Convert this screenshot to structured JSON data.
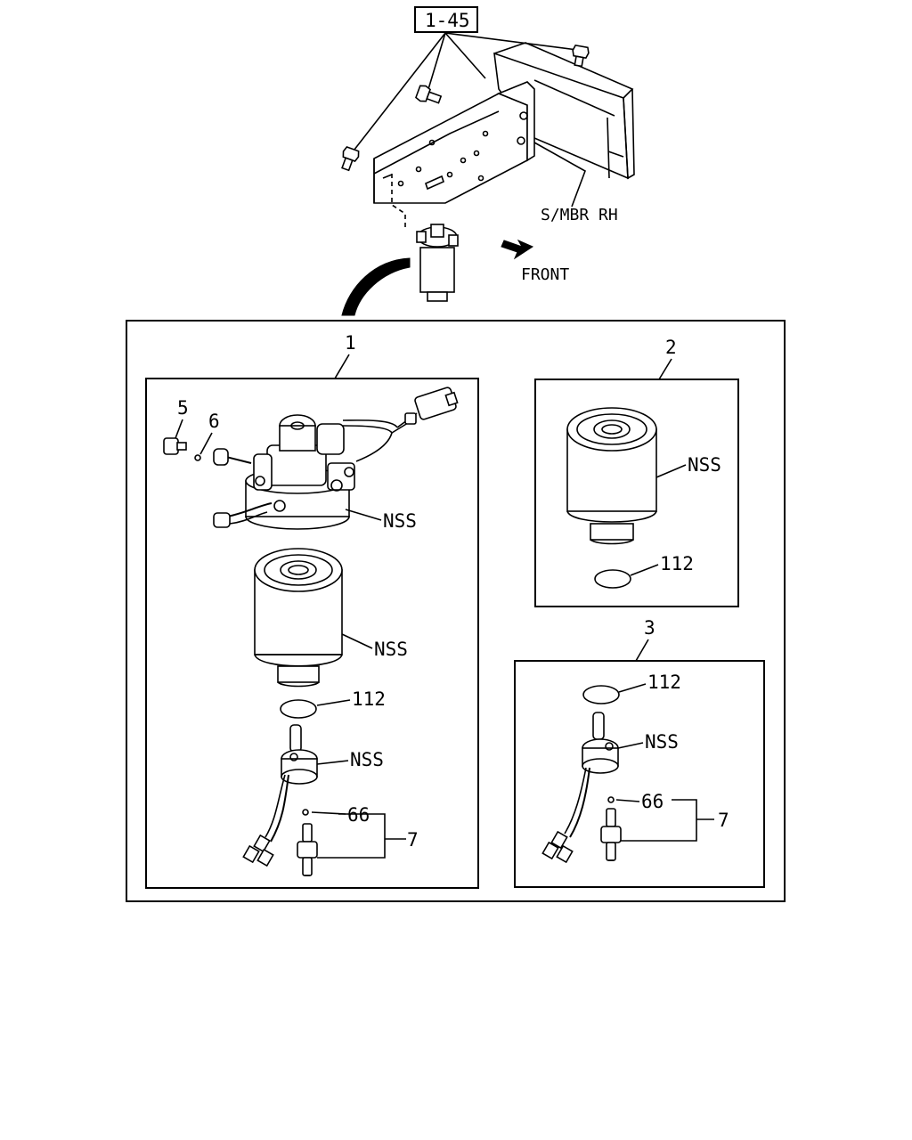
{
  "header": {
    "ref_label": "1-45",
    "member_label": "S/MBR RH",
    "direction_label": "FRONT"
  },
  "assemblies": [
    {
      "number": "1",
      "labels": {
        "bolt": "5",
        "washer": "6",
        "head_nss": "NSS",
        "filter_nss": "NSS",
        "oring": "112",
        "sensor_nss": "NSS",
        "plug_oring": "66",
        "drain_plug": "7"
      }
    },
    {
      "number": "2",
      "labels": {
        "filter_nss": "NSS",
        "oring": "112"
      }
    },
    {
      "number": "3",
      "labels": {
        "oring": "112",
        "sensor_nss": "NSS",
        "plug_oring": "66",
        "drain_plug": "7"
      }
    }
  ]
}
